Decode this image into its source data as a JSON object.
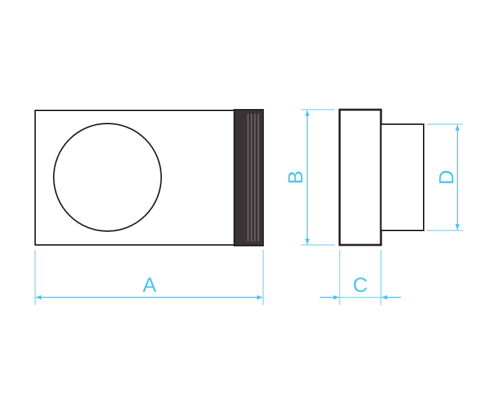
{
  "colors": {
    "outline": "#231f20",
    "dimension": "#4dc3ee",
    "background": "#ffffff",
    "band": "#3a3436"
  },
  "dimensions": {
    "a": "A",
    "b": "B",
    "c": "C",
    "d": "D"
  }
}
